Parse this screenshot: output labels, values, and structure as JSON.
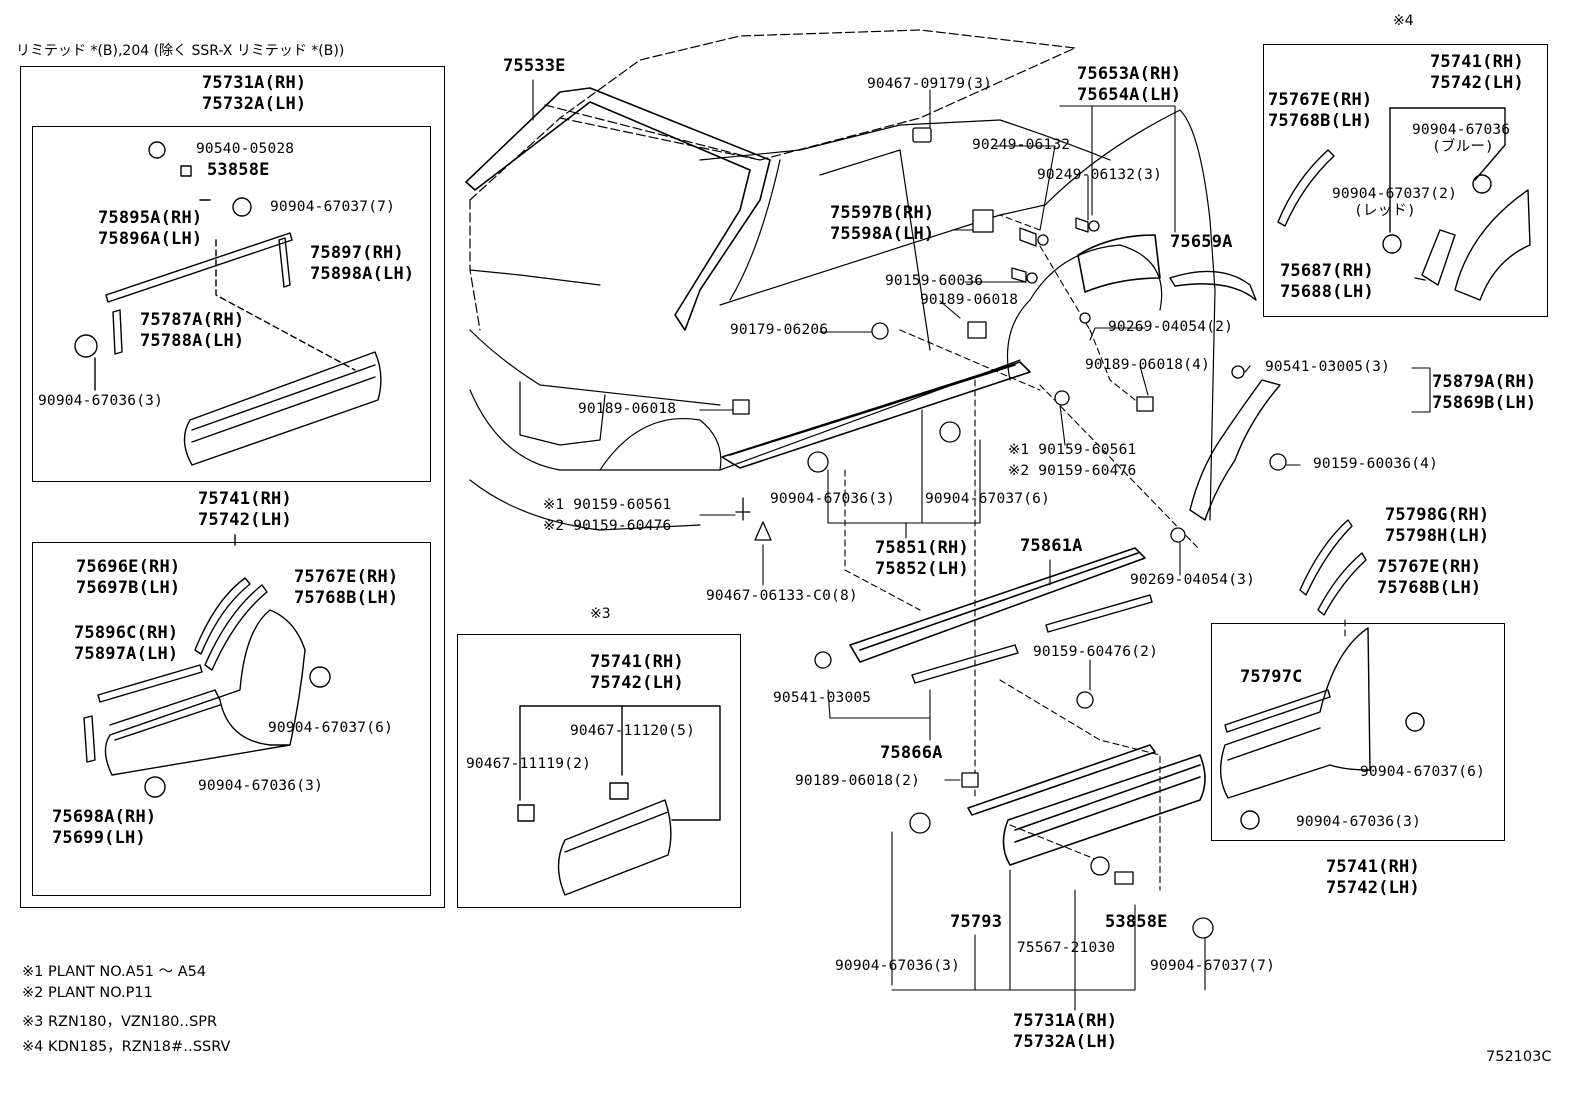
{
  "header_note": "リミテッド *(B),204 (除く SSR-X リミテッド *(B))",
  "figure_code": "752103C",
  "panels": {
    "left_top": {
      "title_rh": "75731A(RH)",
      "title_lh": "75732A(LH)",
      "labels": [
        "90540-05028",
        "53858E",
        "90904-67037(7)",
        "75895A(RH)",
        "75896A(LH)",
        "75897(RH)",
        "75898A(LH)",
        "75787A(RH)",
        "75788A(LH)",
        "90904-67036(3)"
      ]
    },
    "left_bottom": {
      "title_rh": "75741(RH)",
      "title_lh": "75742(LH)",
      "labels": [
        "75696E(RH)",
        "75697B(LH)",
        "75767E(RH)",
        "75768B(LH)",
        "75896C(RH)",
        "75897A(LH)",
        "90904-67037(6)",
        "90904-67036(3)",
        "75698A(RH)",
        "75699(LH)"
      ]
    },
    "mark3": {
      "mark": "※3",
      "title_rh": "75741(RH)",
      "title_lh": "75742(LH)",
      "labels": [
        "90467-11120(5)",
        "90467-11119(2)"
      ]
    },
    "mark4": {
      "mark": "※4",
      "title_rh": "75741(RH)",
      "title_lh": "75742(LH)",
      "labels": [
        "75767E(RH)",
        "75768B(LH)",
        "90904-67036",
        "(ブルー)",
        "90904-67037(2)",
        "(レッド)",
        "75687(RH)",
        "75688(LH)"
      ]
    },
    "right_bottom": {
      "labels": [
        "75797C",
        "90904-67037(6)",
        "90904-67036(3)"
      ],
      "title_rh": "75741(RH)",
      "title_lh": "75742(LH)"
    }
  },
  "main_labels": {
    "windshield": "75533E",
    "clip_top": "90467-09179(3)",
    "arch_rh": "75653A(RH)",
    "arch_lh": "75654A(LH)",
    "screw1": "90249-06132",
    "screw2": "90249-06132(3)",
    "b75597": "75597B(RH)",
    "b75598": "75598A(LH)",
    "b75659": "75659A",
    "c90159_36": "90159-60036",
    "c90189_a": "90189-06018",
    "c90179": "90179-06206",
    "c90269_2": "90269-04054(2)",
    "c90189_4": "90189-06018(4)",
    "c90541_3": "90541-03005(3)",
    "r75879": "75879A(RH)",
    "r75869": "75869B(LH)",
    "c90189_b": "90189-06018",
    "m1_a": "※1 90159-60561",
    "m2_a": "※2 90159-60476",
    "c90159_36_4": "90159-60036(4)",
    "m1_l": "※1 90159-60561",
    "m2_l": "※2 90159-60476",
    "c90904_36_3": "90904-67036(3)",
    "c90904_37_6": "90904-67037(6)",
    "r75851": "75851(RH)",
    "r75852": "75852(LH)",
    "r75861": "75861A",
    "c90269_3": "90269-04054(3)",
    "c90467_06133": "90467-06133-C0(8)",
    "r75798g": "75798G(RH)",
    "r75798h": "75798H(LH)",
    "r75767e": "75767E(RH)",
    "r75768b": "75768B(LH)",
    "c90159_476_2": "90159-60476(2)",
    "c90541": "90541-03005",
    "r75866": "75866A",
    "c90189_2": "90189-06018(2)",
    "r75793": "75793",
    "r53858": "53858E",
    "c75567": "75567-21030",
    "c90904_36_3b": "90904-67036(3)",
    "c90904_37_7": "90904-67037(7)",
    "b75731": "75731A(RH)",
    "b75732": "75732A(LH)"
  },
  "footnotes": [
    "※1 PLANT NO.A51 ～ A54",
    "※2 PLANT NO.P11",
    "※3 RZN180，VZN180‥SPR",
    "※4 KDN185，RZN18#‥SSRV"
  ]
}
